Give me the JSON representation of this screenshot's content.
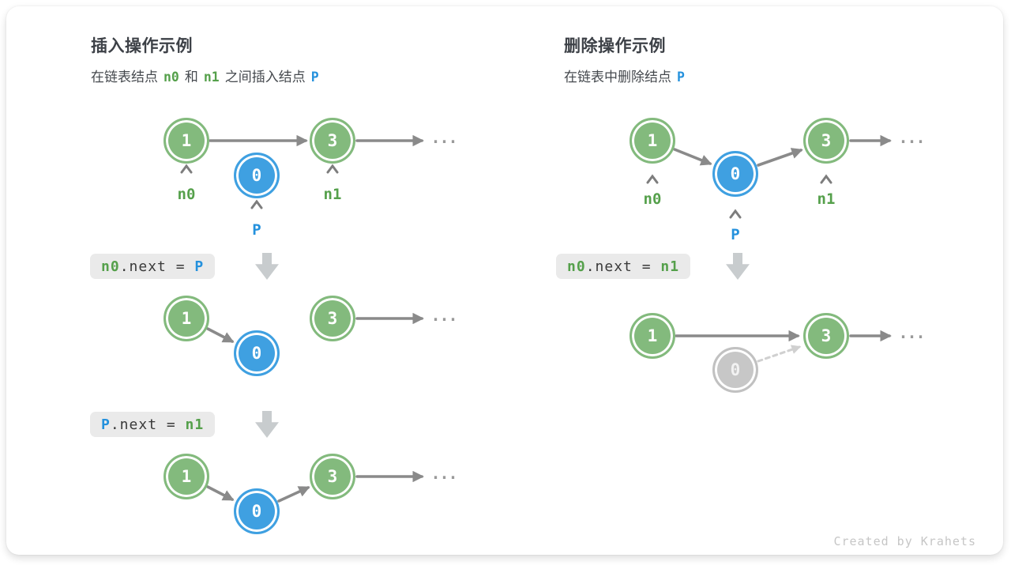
{
  "card": {
    "credit": "Created by Krahets"
  },
  "nodes": {
    "one": "1",
    "three": "3",
    "zero": "0"
  },
  "labels": {
    "n0": "n0",
    "n1": "n1",
    "p": "P"
  },
  "ellipsis": "...",
  "colors": {
    "node_green": "#83ba7d",
    "node_blue": "#3fa0e1",
    "node_gray": "#c7c7c7",
    "text_green": "#55a04b",
    "text_blue": "#2491dd",
    "arrow_gray": "#8a8a8a",
    "code_bg": "#eaeaea"
  },
  "insert": {
    "title": "插入操作示例",
    "subtitle": {
      "t1": "在链表结点",
      "n0": "n0",
      "t2": "和",
      "n1": "n1",
      "t3": "之间插入结点",
      "p": "P"
    },
    "code1": {
      "lhs": "n0",
      "mid": ".next = ",
      "rhs": "P"
    },
    "code2": {
      "lhs": "P",
      "mid": ".next = ",
      "rhs": "n1"
    }
  },
  "delete": {
    "title": "删除操作示例",
    "subtitle": {
      "t1": "在链表中删除结点",
      "p": "P"
    },
    "code1": {
      "lhs": "n0",
      "mid": ".next = ",
      "rhs": "n1"
    }
  }
}
